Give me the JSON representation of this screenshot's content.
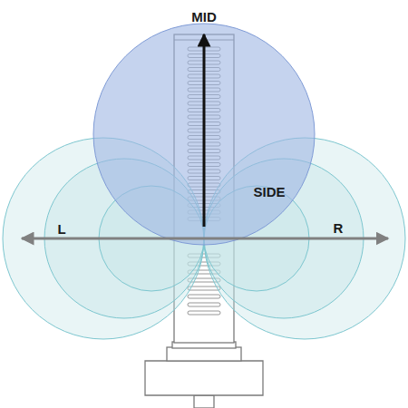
{
  "diagram": {
    "labels": [
      "MID",
      "SIDE",
      "L",
      "R"
    ]
  }
}
